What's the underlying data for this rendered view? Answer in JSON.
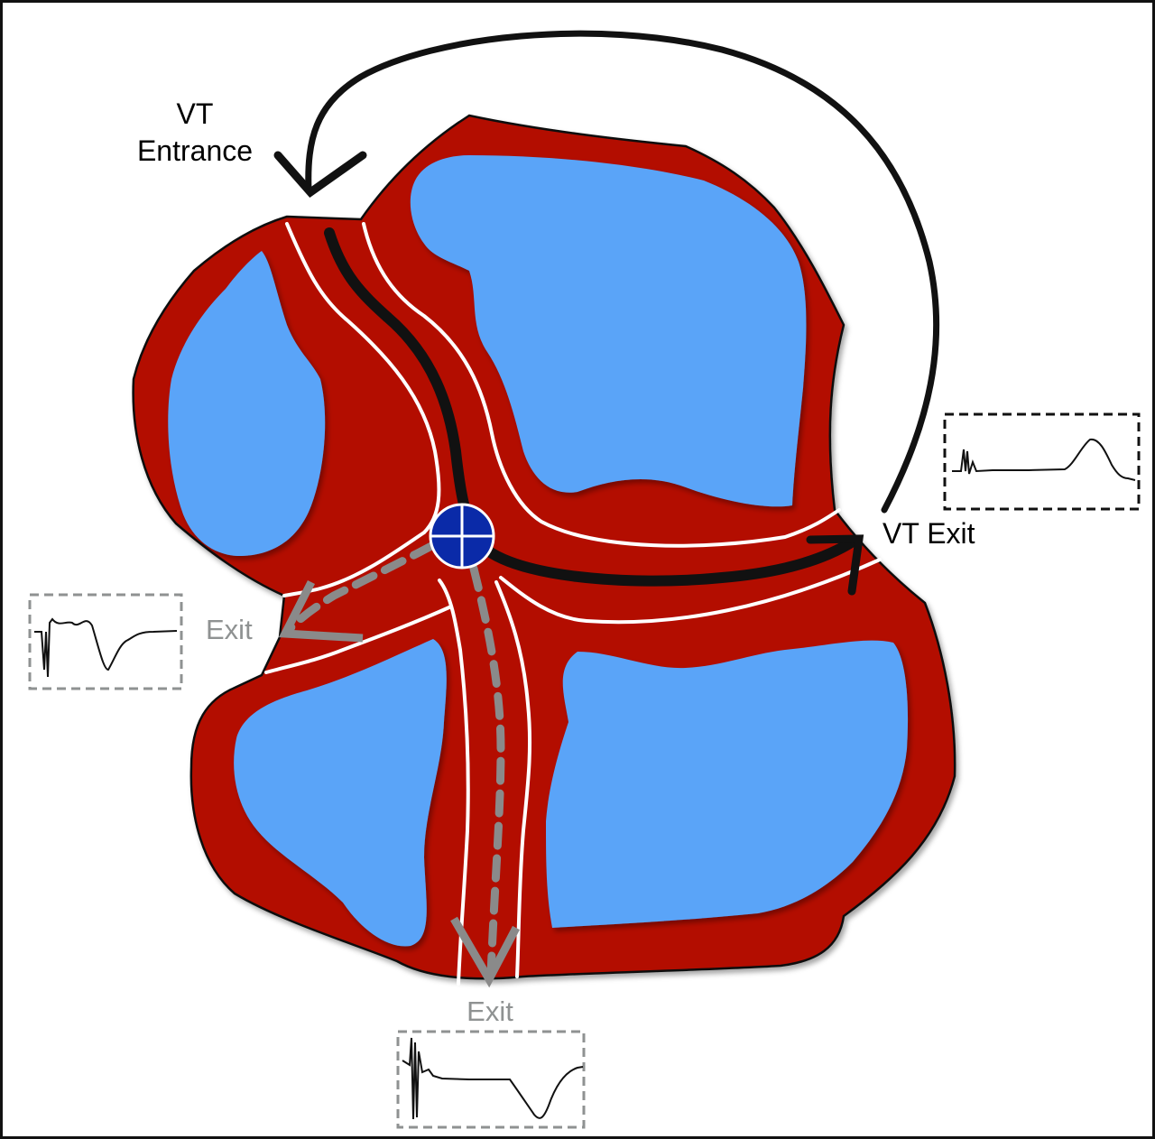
{
  "labels": {
    "vt_entrance_line1": "VT",
    "vt_entrance_line2": "Entrance",
    "vt_exit": "VT Exit",
    "exit_left": "Exit",
    "exit_bottom": "Exit"
  },
  "colors": {
    "scar_tissue": "#b30f00",
    "scar_outline": "#111111",
    "healthy_tissue": "#5aa4f8",
    "channel_border": "#ffffff",
    "main_path": "#111111",
    "alt_path": "#8a8a8a",
    "ablation_marker": "#0a2aa8",
    "frame": "#111111",
    "label_black": "#000000",
    "label_gray": "#8f9292"
  }
}
